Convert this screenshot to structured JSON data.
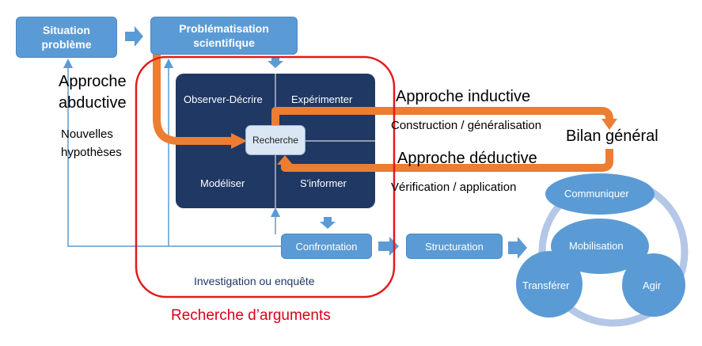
{
  "boxes": {
    "situation": [
      "Situation",
      "problème"
    ],
    "problematisation": [
      "Problématisation",
      "scientifique"
    ],
    "confrontation": "Confrontation",
    "structuration": "Structuration"
  },
  "quadrants": {
    "observer": "Observer-Décrire",
    "experimenter": "Expérimenter",
    "modeliser": "Modéliser",
    "sinformer": "S'informer",
    "recherche": "Recherche"
  },
  "labels": {
    "abductive": [
      "Approche",
      "abductive"
    ],
    "nouvelles": [
      "Nouvelles",
      "hypothèses"
    ],
    "inductive": "Approche inductive",
    "construction": "Construction / généralisation",
    "bilan": "Bilan général",
    "deductive": "Approche déductive",
    "verification": "Vérification / application",
    "investigation": "Investigation ou enquête",
    "arguments": "Recherche d’arguments"
  },
  "circles": {
    "communiquer": "Communiquer",
    "mobilisation": "Mobilisation",
    "transferer": "Transférer",
    "agir": "Agir"
  },
  "colors": {
    "blue_box": "#5b9bd5",
    "dark_navy": "#1f3864",
    "orange_arrow": "#ed7d31",
    "red_outline": "#e31a1c",
    "ring": "#b4c7e7",
    "investigation_text": "#1f3864",
    "arguments_text": "#d9001b"
  }
}
